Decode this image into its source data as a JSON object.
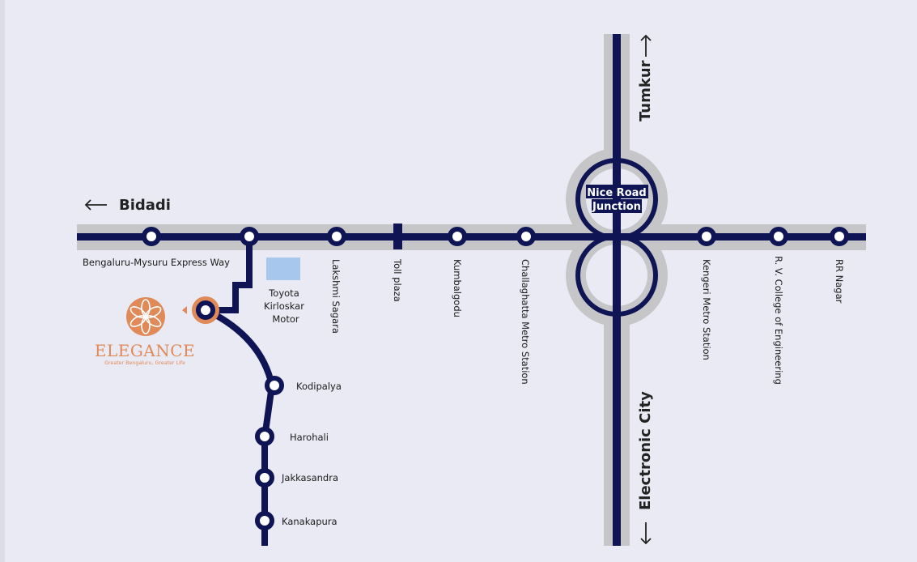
{
  "colors": {
    "route": "#0e1454",
    "road_shadow": "#c6c6c9",
    "background": "#e9eaf3",
    "accent": "#e08a5a",
    "landmark": "#a7c8ec"
  },
  "directions": {
    "west": "Bidadi",
    "north": "Tumkur",
    "south": "Electronic City"
  },
  "junction": {
    "line1": "Nice Road",
    "line2": "Junction"
  },
  "highway_label": "Bengaluru-Mysuru Express Way",
  "landmark": {
    "line1": "Toyota",
    "line2": "Kirloskar",
    "line3": "Motor"
  },
  "highway_stops": [
    "Lakshmi Sagara",
    "Toll plaza",
    "Kumbalgodu",
    "Challaghatta Metro Station",
    "Kengeri Metro Station",
    "R. V. College of Engineering",
    "RR Nagar"
  ],
  "branch_stops": [
    "Kodipalya",
    "Harohali",
    "Jakkasandra",
    "Kanakapura"
  ],
  "logo": {
    "name": "ELEGANCE",
    "tagline": "Greater Bengaluru, Greater Life"
  }
}
